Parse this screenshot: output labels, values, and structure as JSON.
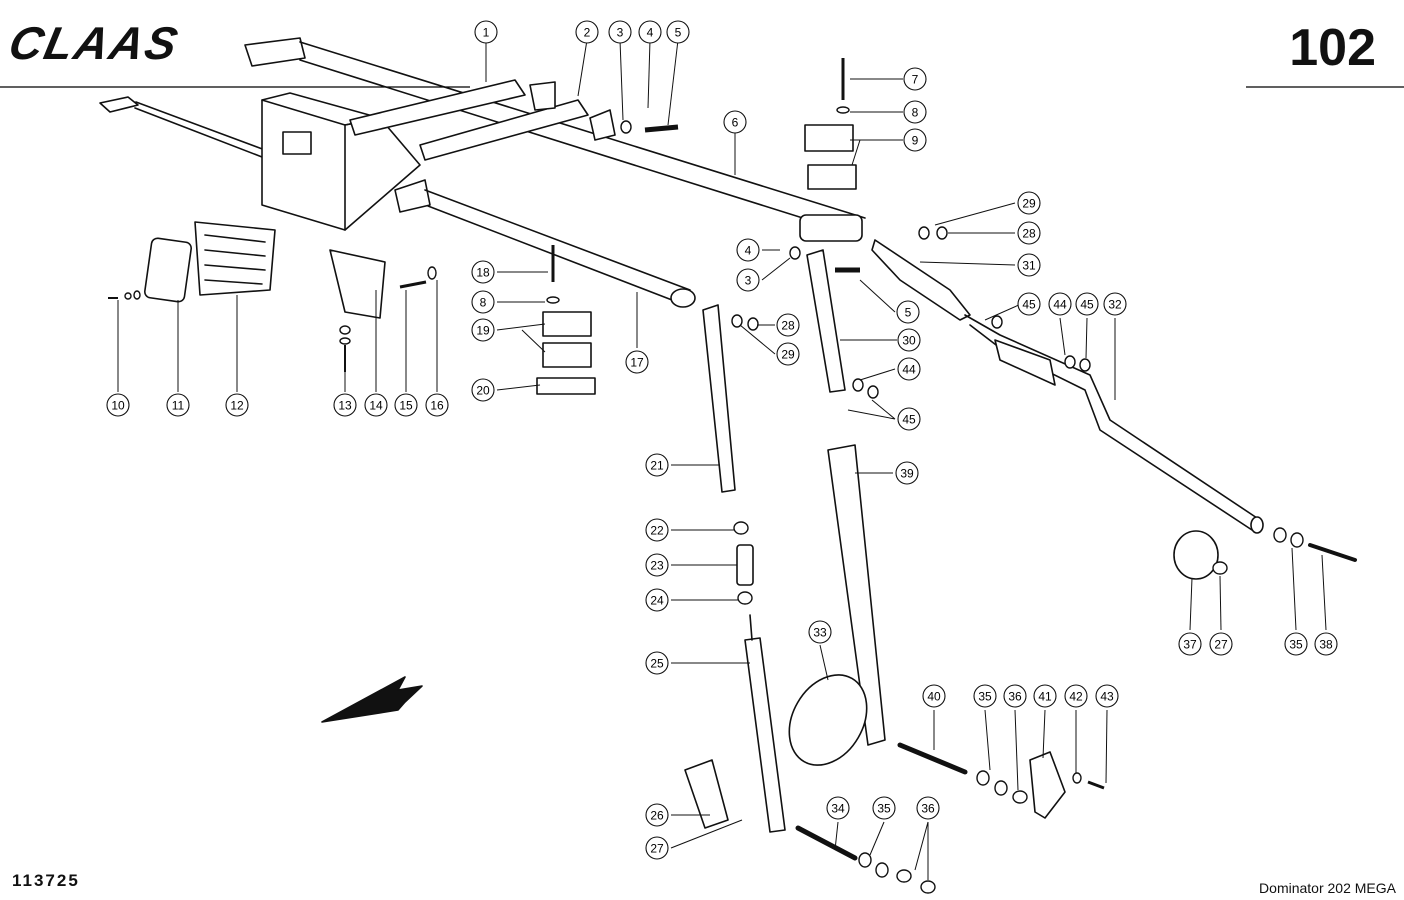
{
  "header": {
    "brand": "CLAAS",
    "page_number": "102"
  },
  "footer": {
    "drawing_number": "113725",
    "model": "Dominator 202 MEGA"
  },
  "callouts": [
    {
      "num": "1"
    },
    {
      "num": "2"
    },
    {
      "num": "3"
    },
    {
      "num": "4"
    },
    {
      "num": "5"
    },
    {
      "num": "6"
    },
    {
      "num": "7"
    },
    {
      "num": "8"
    },
    {
      "num": "9"
    },
    {
      "num": "29"
    },
    {
      "num": "28"
    },
    {
      "num": "4"
    },
    {
      "num": "3"
    },
    {
      "num": "31"
    },
    {
      "num": "18"
    },
    {
      "num": "8"
    },
    {
      "num": "19"
    },
    {
      "num": "20"
    },
    {
      "num": "5"
    },
    {
      "num": "45"
    },
    {
      "num": "44"
    },
    {
      "num": "45"
    },
    {
      "num": "32"
    },
    {
      "num": "28"
    },
    {
      "num": "29"
    },
    {
      "num": "30"
    },
    {
      "num": "17"
    },
    {
      "num": "44"
    },
    {
      "num": "45"
    },
    {
      "num": "10"
    },
    {
      "num": "11"
    },
    {
      "num": "12"
    },
    {
      "num": "13"
    },
    {
      "num": "14"
    },
    {
      "num": "15"
    },
    {
      "num": "16"
    },
    {
      "num": "21"
    },
    {
      "num": "39"
    },
    {
      "num": "22"
    },
    {
      "num": "23"
    },
    {
      "num": "24"
    },
    {
      "num": "33"
    },
    {
      "num": "25"
    },
    {
      "num": "37"
    },
    {
      "num": "27"
    },
    {
      "num": "35"
    },
    {
      "num": "38"
    },
    {
      "num": "40"
    },
    {
      "num": "35"
    },
    {
      "num": "36"
    },
    {
      "num": "41"
    },
    {
      "num": "42"
    },
    {
      "num": "43"
    },
    {
      "num": "26"
    },
    {
      "num": "27"
    },
    {
      "num": "34"
    },
    {
      "num": "35"
    },
    {
      "num": "36"
    }
  ]
}
